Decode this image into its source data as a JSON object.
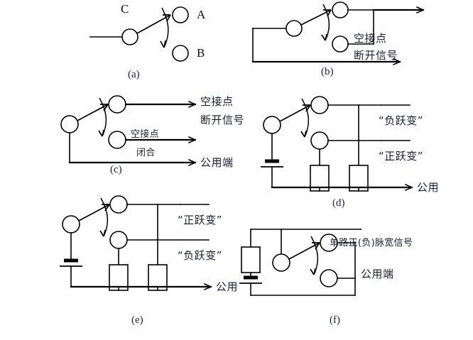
{
  "figure": {
    "caption_a": "(a)",
    "caption_b": "(b)",
    "caption_c": "(c)",
    "caption_d": "(d)",
    "caption_e": "(e)",
    "caption_f": "(f)"
  },
  "panel_a": {
    "terminal_c": "C",
    "terminal_a": "A",
    "terminal_b": "B"
  },
  "panel_b": {
    "label_line1": "空接点",
    "label_line2": "断开信号"
  },
  "panel_c": {
    "out1_line1": "空接点",
    "out1_line2": "断开信号",
    "out2_line1": "空接点",
    "out2_line2": "闭合",
    "out3": "公用端"
  },
  "panel_d": {
    "label_top": "“负跃变”",
    "label_mid": "“正跃变”",
    "label_common": "公用"
  },
  "panel_e": {
    "label_top": "“正跃变”",
    "label_mid": "“负跃变”",
    "label_common": "公用"
  },
  "panel_f": {
    "label_signal": "单路正(负)脉宽信号",
    "label_common": "公用端"
  },
  "colors": {
    "wire": "#000000",
    "text": "#1b1b33",
    "caption": "#20204a",
    "background": "#ffffff"
  }
}
